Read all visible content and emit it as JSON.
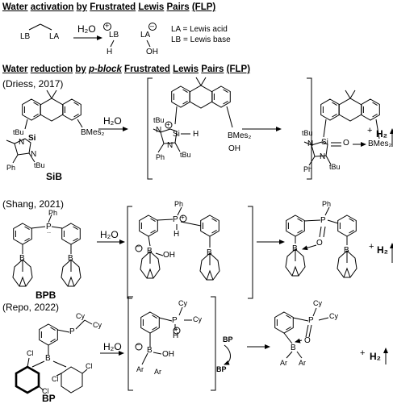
{
  "headers": {
    "activation": [
      "Water",
      "activation",
      "by",
      "Frustrated",
      "Lewis",
      "Pairs",
      "(FLP)"
    ],
    "reduction": [
      "Water",
      "reduction",
      "by",
      "p-block",
      "Frustrated",
      "Lewis",
      "Pairs",
      "(FLP)"
    ]
  },
  "activation": {
    "lb": "LB",
    "la": "LA",
    "water": "H₂O",
    "plus": "+",
    "minus": "–",
    "h": "H",
    "oh": "OH",
    "legend_la": "LA = Lewis acid",
    "legend_lb": "LB = Lewis base"
  },
  "rows": [
    {
      "citation": "(Driess, 2017)",
      "label": "SiB",
      "water": "H₂O",
      "product": "H₂",
      "atoms": {
        "tbu": "tBu",
        "n": "N",
        "si": "Si",
        "bmes": "BMes₂",
        "ph": "Ph",
        "o": "O",
        "h": "H",
        "oh": "OH",
        "plus": "+"
      }
    },
    {
      "citation": "(Shang, 2021)",
      "label": "BPB",
      "water": "H₂O",
      "product": "H₂",
      "atoms": {
        "ph": "Ph",
        "p": "P",
        "b": "B",
        "h": "H",
        "oh": "OH",
        "o": "O",
        "plus": "+",
        "minus": "–"
      }
    },
    {
      "citation": "(Repo, 2022)",
      "label": "BP",
      "water": "H₂O",
      "product": "H₂",
      "catalyst": "BP",
      "atoms": {
        "cy": "Cy",
        "p": "P",
        "b": "B",
        "cl": "Cl",
        "ar": "Ar",
        "h": "H",
        "oh": "OH",
        "o": "O",
        "plus": "+",
        "minus": "–"
      }
    }
  ]
}
